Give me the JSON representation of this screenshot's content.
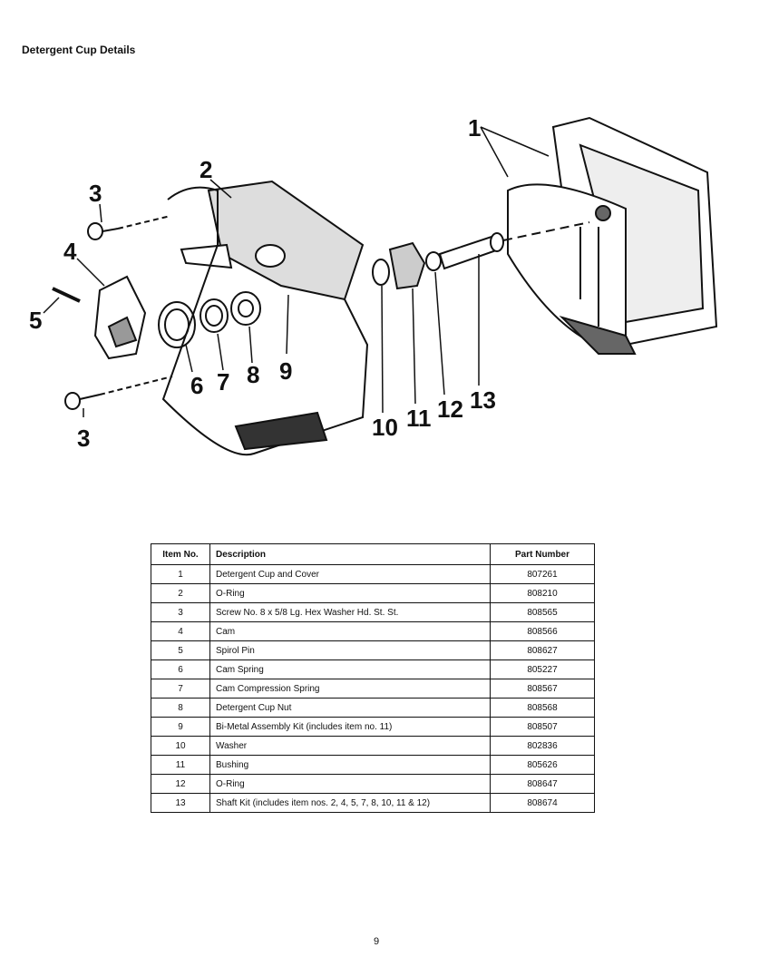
{
  "title": "Detergent Cup Details",
  "callouts": [
    "1",
    "2",
    "3",
    "3",
    "4",
    "5",
    "6",
    "7",
    "8",
    "9",
    "10",
    "11",
    "12",
    "13"
  ],
  "table": {
    "headers": [
      "Item No.",
      "Description",
      "Part Number"
    ],
    "rows": [
      {
        "item": "1",
        "description": "Detergent Cup and Cover",
        "part": "807261"
      },
      {
        "item": "2",
        "description": "O-Ring",
        "part": "808210"
      },
      {
        "item": "3",
        "description": "Screw No. 8 x 5/8 Lg. Hex Washer Hd. St. St.",
        "part": "808565"
      },
      {
        "item": "4",
        "description": "Cam",
        "part": "808566"
      },
      {
        "item": "5",
        "description": "Spirol Pin",
        "part": "808627"
      },
      {
        "item": "6",
        "description": "Cam Spring",
        "part": "805227"
      },
      {
        "item": "7",
        "description": "Cam Compression Spring",
        "part": "808567"
      },
      {
        "item": "8",
        "description": "Detergent Cup Nut",
        "part": "808568"
      },
      {
        "item": "9",
        "description": "Bi-Metal Assembly Kit (includes item no. 11)",
        "part": "808507"
      },
      {
        "item": "10",
        "description": "Washer",
        "part": "802836"
      },
      {
        "item": "11",
        "description": "Bushing",
        "part": "805626"
      },
      {
        "item": "12",
        "description": "O-Ring",
        "part": "808647"
      },
      {
        "item": "13",
        "description": "Shaft Kit (includes item nos. 2, 4, 5, 7, 8, 10, 11 & 12)",
        "part": "808674"
      }
    ]
  },
  "page_number": "9"
}
